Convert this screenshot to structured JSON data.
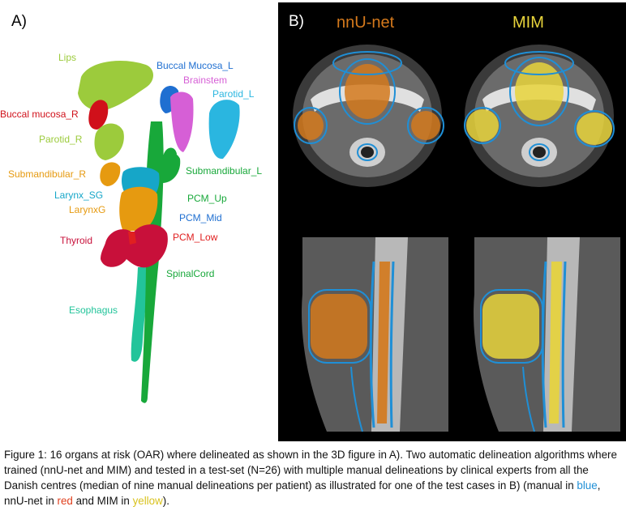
{
  "panel_a": {
    "label": "A)",
    "organs": [
      {
        "key": "lips",
        "text": "Lips",
        "color": "#9ccb3c"
      },
      {
        "key": "buccal-mucosa-l",
        "text": "Buccal Mucosa_L",
        "color": "#1f6fd1"
      },
      {
        "key": "brainstem",
        "text": "Brainstem",
        "color": "#d65fd6"
      },
      {
        "key": "parotid-l",
        "text": "Parotid_L",
        "color": "#2ab6e0"
      },
      {
        "key": "buccal-mucosa-r",
        "text": "Buccal mucosa_R",
        "color": "#d0101a"
      },
      {
        "key": "parotid-r",
        "text": "Parotid_R",
        "color": "#9ccb3c"
      },
      {
        "key": "submandibular-l",
        "text": "Submandibular_L",
        "color": "#18a83a"
      },
      {
        "key": "submandibular-r",
        "text": "Submandibular_R",
        "color": "#e69a10"
      },
      {
        "key": "larynx-sg",
        "text": "Larynx_SG",
        "color": "#16a6c8"
      },
      {
        "key": "pcm-up",
        "text": "PCM_Up",
        "color": "#18a83a"
      },
      {
        "key": "larynxg",
        "text": "LarynxG",
        "color": "#e69a10"
      },
      {
        "key": "pcm-mid",
        "text": "PCM_Mid",
        "color": "#1f6fd1"
      },
      {
        "key": "thyroid",
        "text": "Thyroid",
        "color": "#c8103a"
      },
      {
        "key": "pcm-low",
        "text": "PCM_Low",
        "color": "#e02020"
      },
      {
        "key": "spinalcord",
        "text": "SpinalCord",
        "color": "#18a83a"
      },
      {
        "key": "esophagus",
        "text": "Esophagus",
        "color": "#22c49a"
      }
    ]
  },
  "panel_b": {
    "label": "B)",
    "title_left": "nnU-net",
    "title_right": "MIM",
    "colors": {
      "manual": "#1f8fd6",
      "nnunet": "#d4791c",
      "mim": "#e8d43b"
    }
  },
  "caption": {
    "part1": "Figure 1: 16 organs at risk (OAR) where delineated as shown in the 3D figure in A). Two automatic delineation algorithms where trained (nnU-net and MIM) and tested in a test-set (N=26) with multiple manual delineations by clinical experts from all the Danish centres (median of nine manual delineations per patient) as illustrated for one of the test cases in B) (manual in ",
    "blue": "blue",
    "part2": ", nnU-net in ",
    "red": "red",
    "part3": " and MIM in ",
    "yellow": "yellow",
    "part4": ")."
  }
}
